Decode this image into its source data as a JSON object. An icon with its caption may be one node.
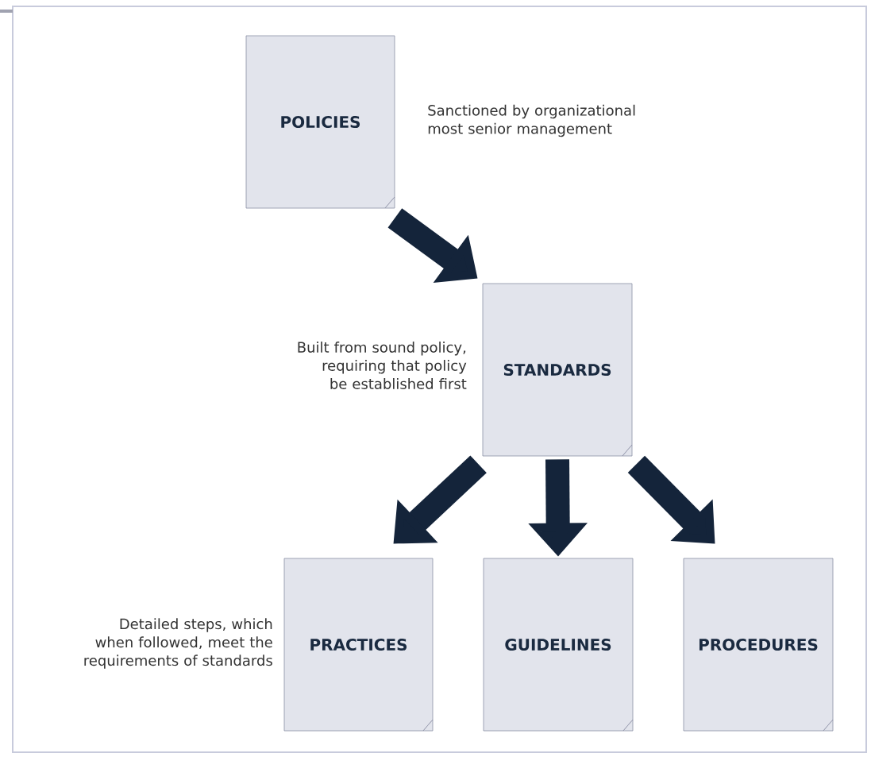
{
  "diagram": {
    "nodes": [
      {
        "text": [
          "POLICIES"
        ],
        "beside": [
          "Sanctioned by organizational most senior management"
        ]
      },
      {
        "text": [
          "STANDARDS"
        ],
        "beside": [
          "Built from sound policy, requiring that policy be established first"
        ]
      },
      {
        "text": [
          "PRACTICES"
        ],
        "beside": [
          "Detailed steps, which when followed, meet the requirements of standards"
        ]
      },
      {
        "text": [
          "GUIDELINES"
        ]
      },
      {
        "text": [
          "PROCEDURES"
        ]
      }
    ],
    "edges": [
      {
        "from": 0,
        "to": 1,
        "arrow": "to"
      },
      {
        "from": 1,
        "to": 2,
        "arrow": "to"
      },
      {
        "from": 1,
        "to": 3,
        "arrow": "to"
      },
      {
        "from": 1,
        "to": 4,
        "arrow": "to"
      }
    ]
  }
}
